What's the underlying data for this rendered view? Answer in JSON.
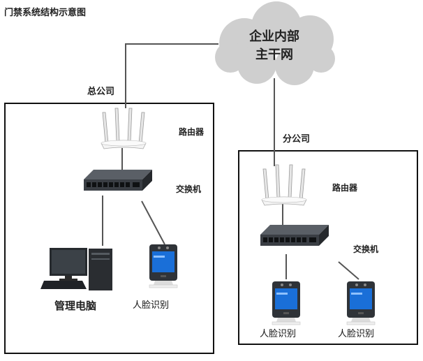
{
  "title": "门禁系统结构示意图",
  "cloud": {
    "line1": "企业内部",
    "line2": "主干网"
  },
  "head_office": {
    "label": "总公司",
    "router_label": "路由器",
    "switch_label": "交换机",
    "pc_label": "管理电脑",
    "face_label": "人脸识别"
  },
  "branch_office": {
    "label": "分公司",
    "router_label": "路由器",
    "switch_label": "交换机",
    "face_label_1": "人脸识别",
    "face_label_2": "人脸识别"
  },
  "icons": {
    "cloud": "cloud-icon",
    "router": "router-icon",
    "switch": "network-switch-icon",
    "computer": "desktop-computer-icon",
    "face_terminal": "face-recognition-terminal-icon"
  },
  "colors": {
    "line": "#555555",
    "cloud_fill": "#cfcfcf",
    "device_dark": "#2f3338",
    "screen_blue": "#1a6fd8"
  }
}
